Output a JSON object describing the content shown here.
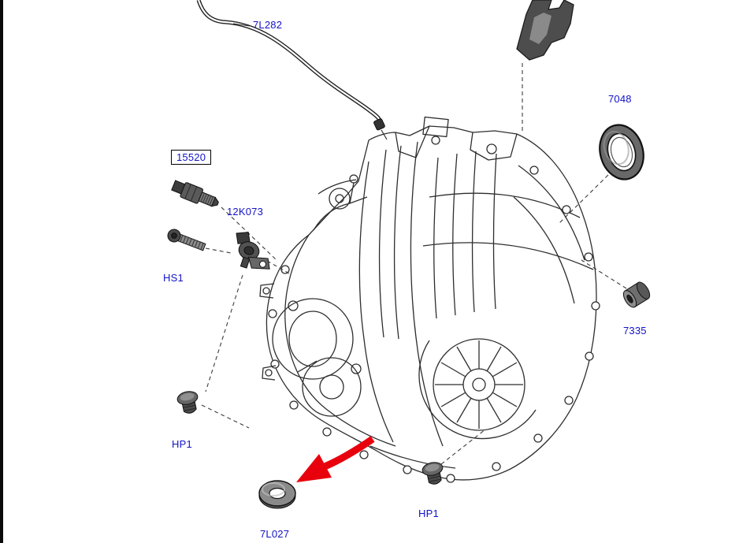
{
  "colors": {
    "background": "#ffffff",
    "line_art": "#2e2e2e",
    "label_text": "#1212c8",
    "callout_box_border": "#000000",
    "highlight_arrow": "#e8000d"
  },
  "diagram_type": "exploded-parts-diagram",
  "labels": [
    {
      "text": "7L282",
      "part": "breather-hose",
      "boxed": false
    },
    {
      "text": "7048",
      "part": "oil-seal-ring",
      "boxed": false
    },
    {
      "text": "15520",
      "part": "sensor-switch",
      "boxed": true
    },
    {
      "text": "12K073",
      "part": "speed-sensor",
      "boxed": false
    },
    {
      "text": "HS1",
      "part": "hex-bolt",
      "boxed": false
    },
    {
      "text": "7335",
      "part": "bushing",
      "boxed": false
    },
    {
      "text": "HP1",
      "part": "plug-left",
      "boxed": false
    },
    {
      "text": "HP1",
      "part": "plug-bottom",
      "boxed": false
    },
    {
      "text": "7L027",
      "part": "seal-washer",
      "boxed": false
    }
  ],
  "icons": {
    "red_arrow": "points to seal washer 7L027",
    "dashed_leader_lines": "connect parts to transmission assembly"
  }
}
